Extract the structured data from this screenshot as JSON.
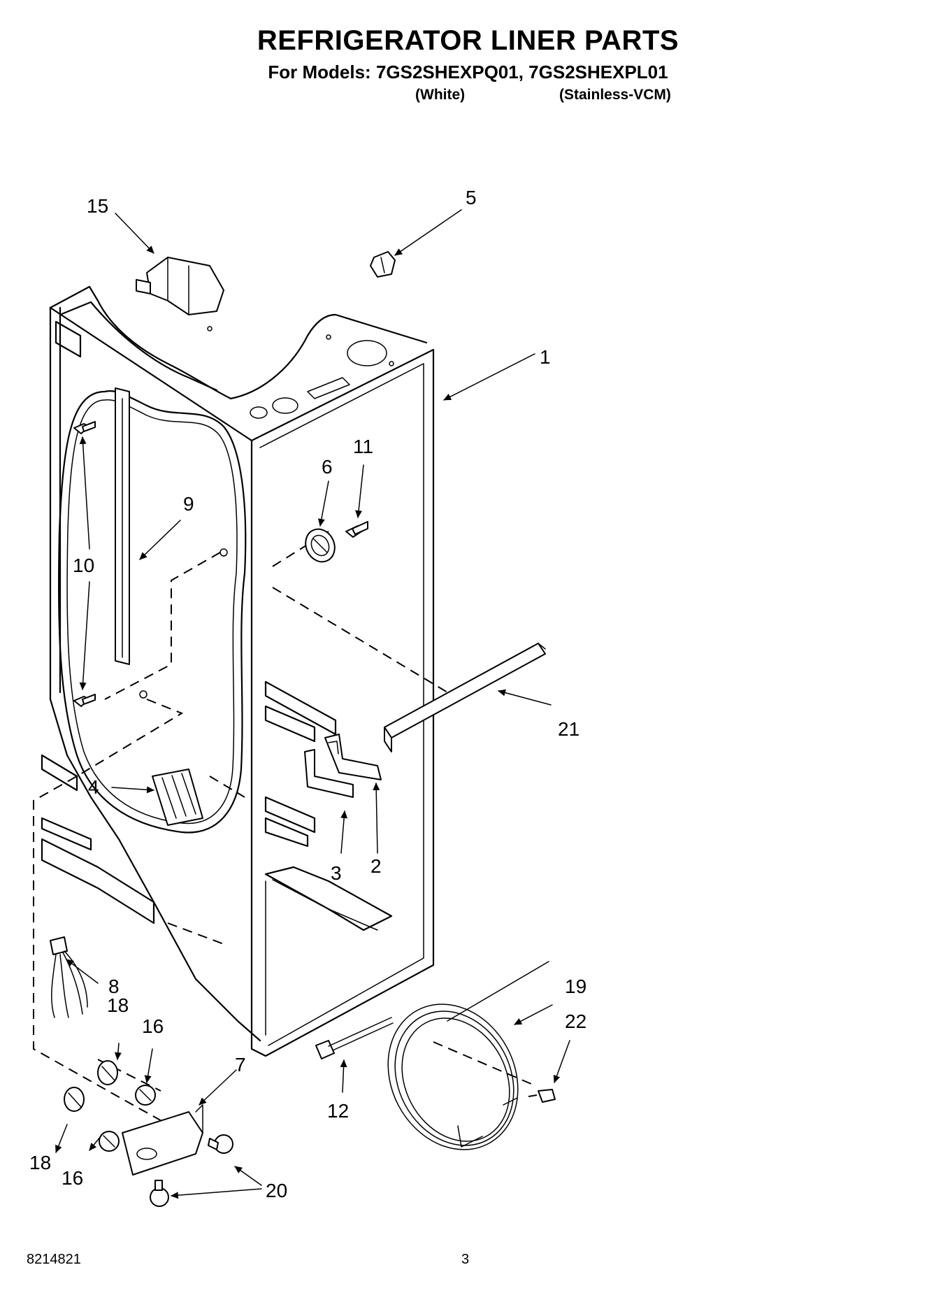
{
  "header": {
    "title": "REFRIGERATOR LINER PARTS",
    "subtitle": "For Models: 7GS2SHEXPQ01, 7GS2SHEXPL01",
    "variant_white": "(White)",
    "variant_stainless": "(Stainless-VCM)"
  },
  "callouts": [
    {
      "id": "c1",
      "label": "1"
    },
    {
      "id": "c2",
      "label": "2"
    },
    {
      "id": "c3",
      "label": "3"
    },
    {
      "id": "c4",
      "label": "4"
    },
    {
      "id": "c5",
      "label": "5"
    },
    {
      "id": "c6",
      "label": "6"
    },
    {
      "id": "c7",
      "label": "7"
    },
    {
      "id": "c8",
      "label": "8"
    },
    {
      "id": "c9",
      "label": "9"
    },
    {
      "id": "c10",
      "label": "10"
    },
    {
      "id": "c11",
      "label": "11"
    },
    {
      "id": "c12",
      "label": "12"
    },
    {
      "id": "c15",
      "label": "15"
    },
    {
      "id": "c16a",
      "label": "16"
    },
    {
      "id": "c16b",
      "label": "16"
    },
    {
      "id": "c18a",
      "label": "18"
    },
    {
      "id": "c18b",
      "label": "18"
    },
    {
      "id": "c19",
      "label": "19"
    },
    {
      "id": "c20",
      "label": "20"
    },
    {
      "id": "c21",
      "label": "21"
    },
    {
      "id": "c22",
      "label": "22"
    }
  ],
  "footer": {
    "document_number": "8214821",
    "page_number": "3"
  }
}
